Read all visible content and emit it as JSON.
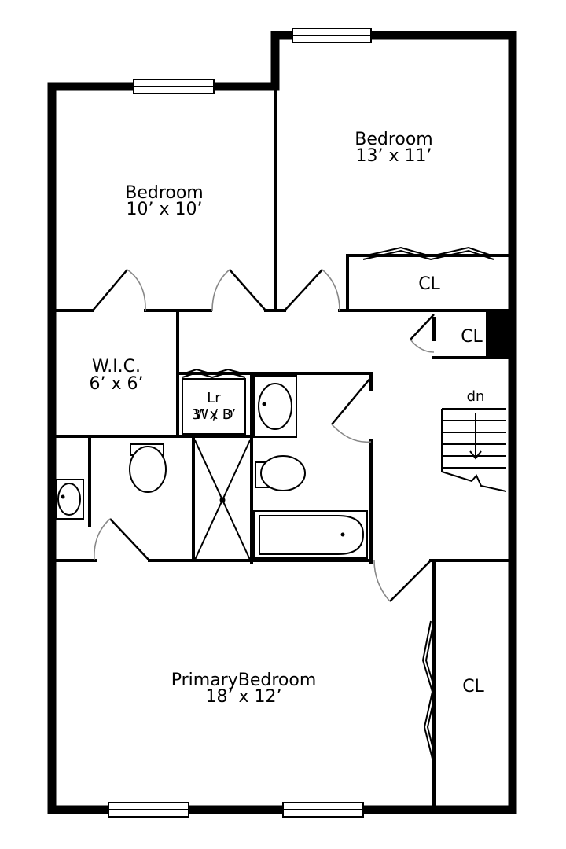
{
  "rooms": {
    "bedroom_left": {
      "name": "Bedroom",
      "size": "10’ x 10’"
    },
    "bedroom_right": {
      "name": "Bedroom",
      "size": "13’ x 11’"
    },
    "wic": {
      "name": "W.I.C.",
      "size": "6’ x 6’"
    },
    "laundry": {
      "name": "Lr",
      "size": "3’ x 3’",
      "appliance": "W / D"
    },
    "primary": {
      "name": "PrimaryBedroom",
      "size": "18’ x 12’"
    },
    "closet_right_bedroom": {
      "name": "CL"
    },
    "closet_hall": {
      "name": "CL"
    },
    "closet_primary": {
      "name": "CL"
    }
  },
  "stairs": {
    "label": "dn"
  }
}
